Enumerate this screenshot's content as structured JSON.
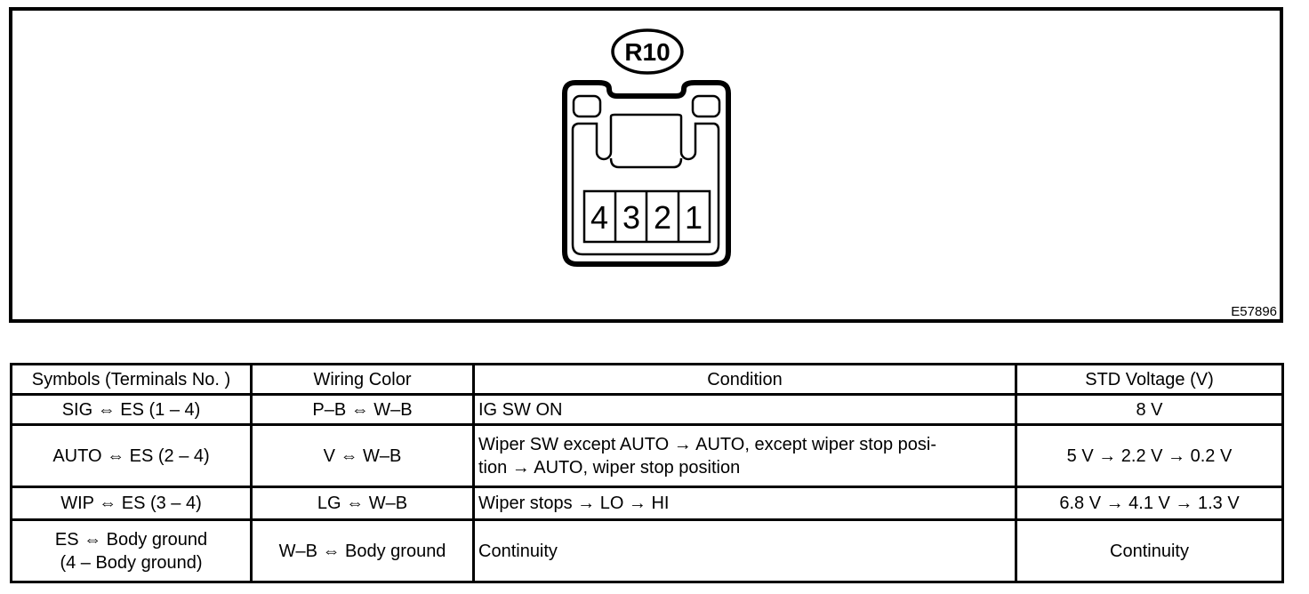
{
  "figure": {
    "connector_label": "R10",
    "figure_code": "E57896",
    "pin_numbers": [
      "4",
      "3",
      "2",
      "1"
    ]
  },
  "table": {
    "headers": [
      "Symbols (Terminals No. )",
      "Wiring Color",
      "Condition",
      "STD Voltage (V)"
    ],
    "rows": [
      {
        "symbols": "SIG ⇔ ES (1 – 4)",
        "wiring_color": "P–B ⇔ W–B",
        "condition": "IG SW ON",
        "std_voltage": "8 V"
      },
      {
        "symbols": "AUTO ⇔ ES (2 – 4)",
        "wiring_color": "V ⇔ W–B",
        "condition": "Wiper SW except AUTO → AUTO, except wiper stop posi-\ntion → AUTO, wiper stop position",
        "std_voltage": "5 V → 2.2 V → 0.2 V"
      },
      {
        "symbols": "WIP ⇔ ES (3 – 4)",
        "wiring_color": "LG ⇔ W–B",
        "condition": "Wiper stops → LO → HI",
        "std_voltage": "6.8 V → 4.1 V → 1.3 V"
      },
      {
        "symbols": "ES ⇔ Body ground\n(4 – Body ground)",
        "wiring_color": "W–B ⇔ Body ground",
        "condition": "Continuity",
        "std_voltage": "Continuity"
      }
    ]
  }
}
